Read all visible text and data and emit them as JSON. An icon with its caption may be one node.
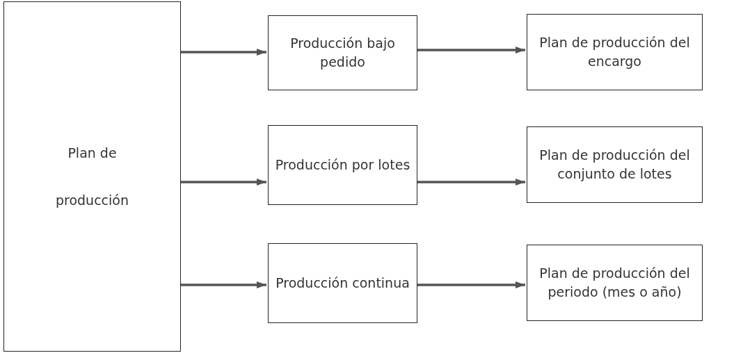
{
  "diagram": {
    "nodes": [
      {
        "text": [
          "Plan de producción"
        ]
      },
      {
        "text": [
          "Producción bajo pedido"
        ]
      },
      {
        "text": [
          "Plan de producción del encargo"
        ]
      },
      {
        "text": [
          "Producción por lotes"
        ]
      },
      {
        "text": [
          "Plan de producción del conjunto de lotes"
        ]
      },
      {
        "text": [
          "Producción continua"
        ]
      },
      {
        "text": [
          "Plan de producción del periodo (mes o año)"
        ]
      }
    ],
    "edges": [
      {
        "from": 0,
        "to": 1,
        "arrow": "to"
      },
      {
        "from": 1,
        "to": 2,
        "arrow": "to"
      },
      {
        "from": 0,
        "to": 3,
        "arrow": "to"
      },
      {
        "from": 3,
        "to": 4,
        "arrow": "to"
      },
      {
        "from": 0,
        "to": 5,
        "arrow": "to"
      },
      {
        "from": 5,
        "to": 6,
        "arrow": "to"
      }
    ]
  }
}
